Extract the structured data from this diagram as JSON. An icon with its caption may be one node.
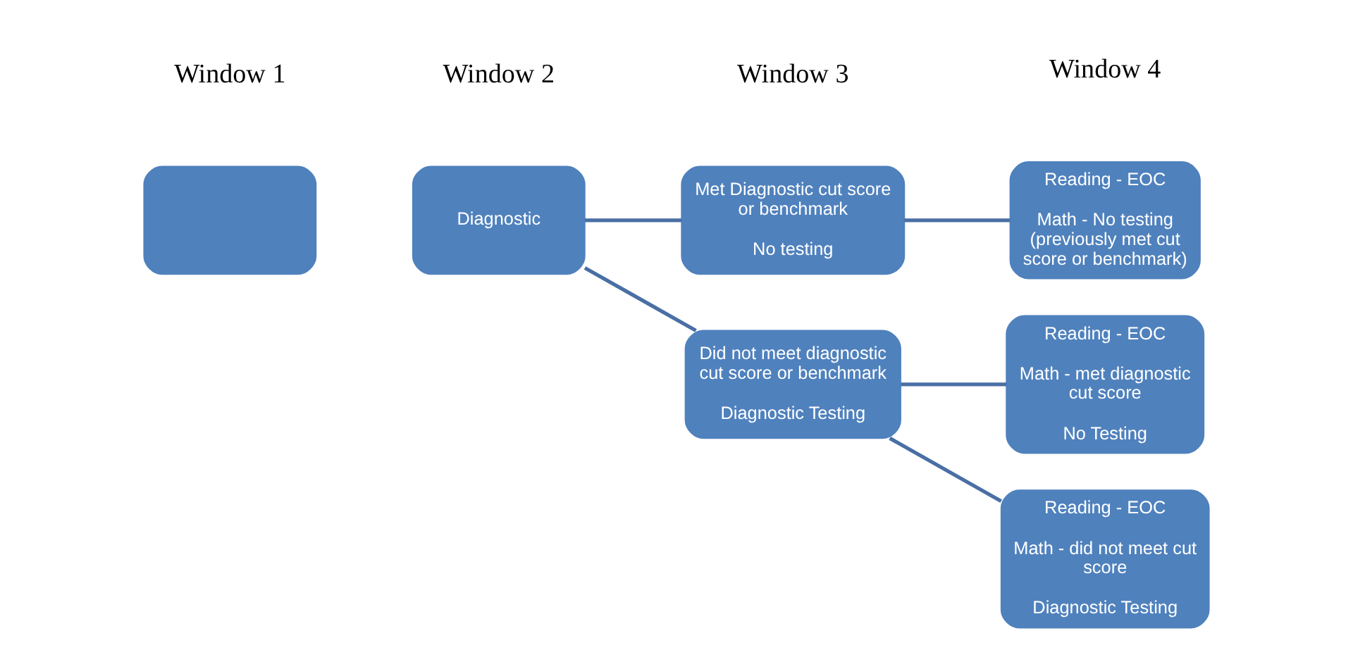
{
  "diagram": {
    "nodes": [
      {
        "text": [],
        "shape": "box"
      },
      {
        "text": [
          "Diagnostic"
        ]
      },
      {
        "text": [
          "Met Diagnostic cut score or benchmark",
          "No testing"
        ]
      },
      {
        "text": [
          "Did not meet diagnostic cut score or benchmark",
          "Diagnostic Testing"
        ]
      },
      {
        "text": [
          "Reading - EOC",
          "Math - No testing (previously met cut score or benchmark)"
        ]
      },
      {
        "text": [
          "Reading - EOC",
          "Math - met diagnostic cut score",
          "No Testing"
        ]
      },
      {
        "text": [
          "Reading - EOC",
          "Math - did not meet cut score",
          "Diagnostic Testing"
        ]
      }
    ],
    "edges": [
      {
        "from": 1,
        "to": 2,
        "arrow": "none"
      },
      {
        "from": 1,
        "to": 3,
        "arrow": "none"
      },
      {
        "from": 2,
        "to": 4,
        "arrow": "none"
      },
      {
        "from": 3,
        "to": 5,
        "arrow": "none"
      },
      {
        "from": 3,
        "to": 6,
        "arrow": "none"
      }
    ],
    "labels": [
      "Window 1",
      "Window 2",
      "Window 3",
      "Window 4"
    ]
  }
}
